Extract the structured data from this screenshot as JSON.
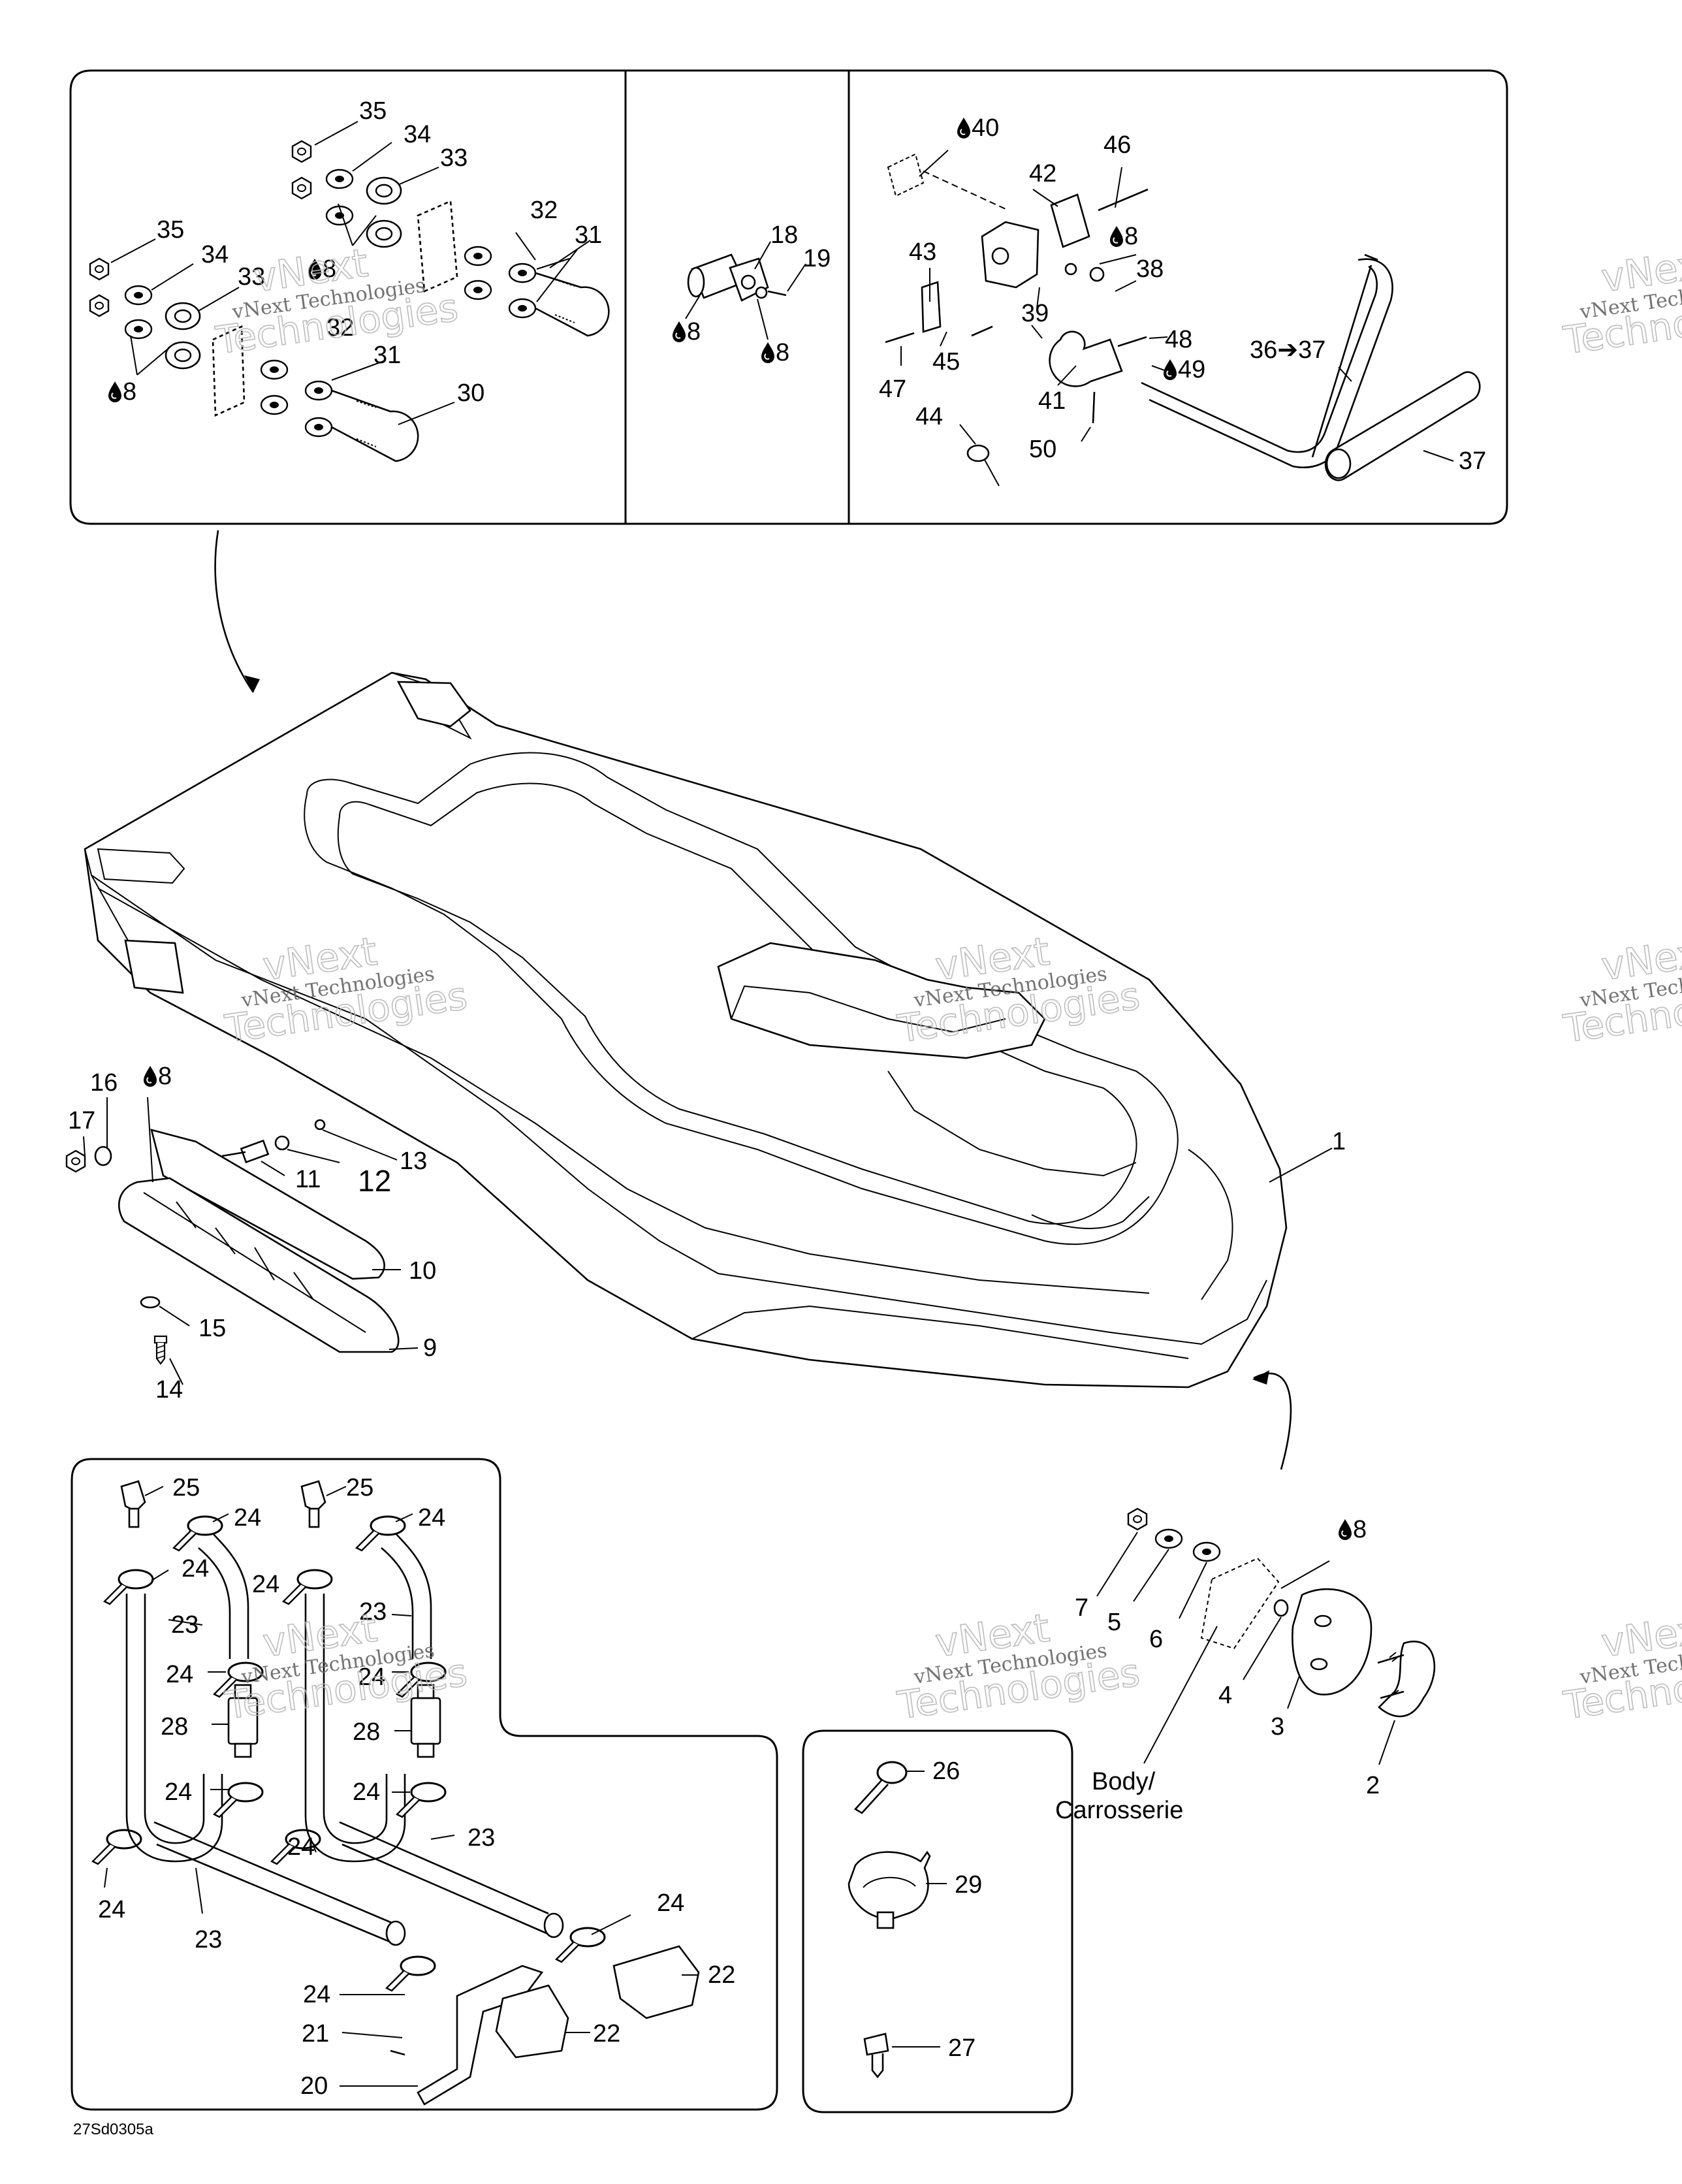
{
  "diagram_code": "27Sd0305a",
  "body_label": {
    "line1": "Body/",
    "line2": "Carrosserie"
  },
  "arrow_ref": "36➔37",
  "parts": {
    "p1": "1",
    "p2": "2",
    "p3": "3",
    "p4": "4",
    "p5": "5",
    "p6": "6",
    "p7": "7",
    "p8": "8",
    "p9": "9",
    "p10": "10",
    "p11": "11",
    "p12": "12",
    "p13": "13",
    "p14": "14",
    "p15": "15",
    "p16": "16",
    "p17": "17",
    "p18": "18",
    "p19": "19",
    "p20": "20",
    "p21": "21",
    "p22": "22",
    "p23": "23",
    "p24": "24",
    "p25": "25",
    "p26": "26",
    "p27": "27",
    "p28": "28",
    "p29": "29",
    "p30": "30",
    "p31": "31",
    "p32": "32",
    "p33": "33",
    "p34": "34",
    "p35": "35",
    "p37": "37",
    "p38": "38",
    "p39": "39",
    "p40": "40",
    "p41": "41",
    "p42": "42",
    "p43": "43",
    "p44": "44",
    "p45": "45",
    "p46": "46",
    "p47": "47",
    "p48": "48",
    "p49": "49",
    "p50": "50"
  },
  "watermark": {
    "line1": "vNext Technologies",
    "line2": "vNext",
    "line3": "Technologies"
  },
  "colors": {
    "line": "#000000",
    "background": "#ffffff",
    "watermark": "#b8b8b8"
  },
  "icons": [
    "drop-icon"
  ]
}
